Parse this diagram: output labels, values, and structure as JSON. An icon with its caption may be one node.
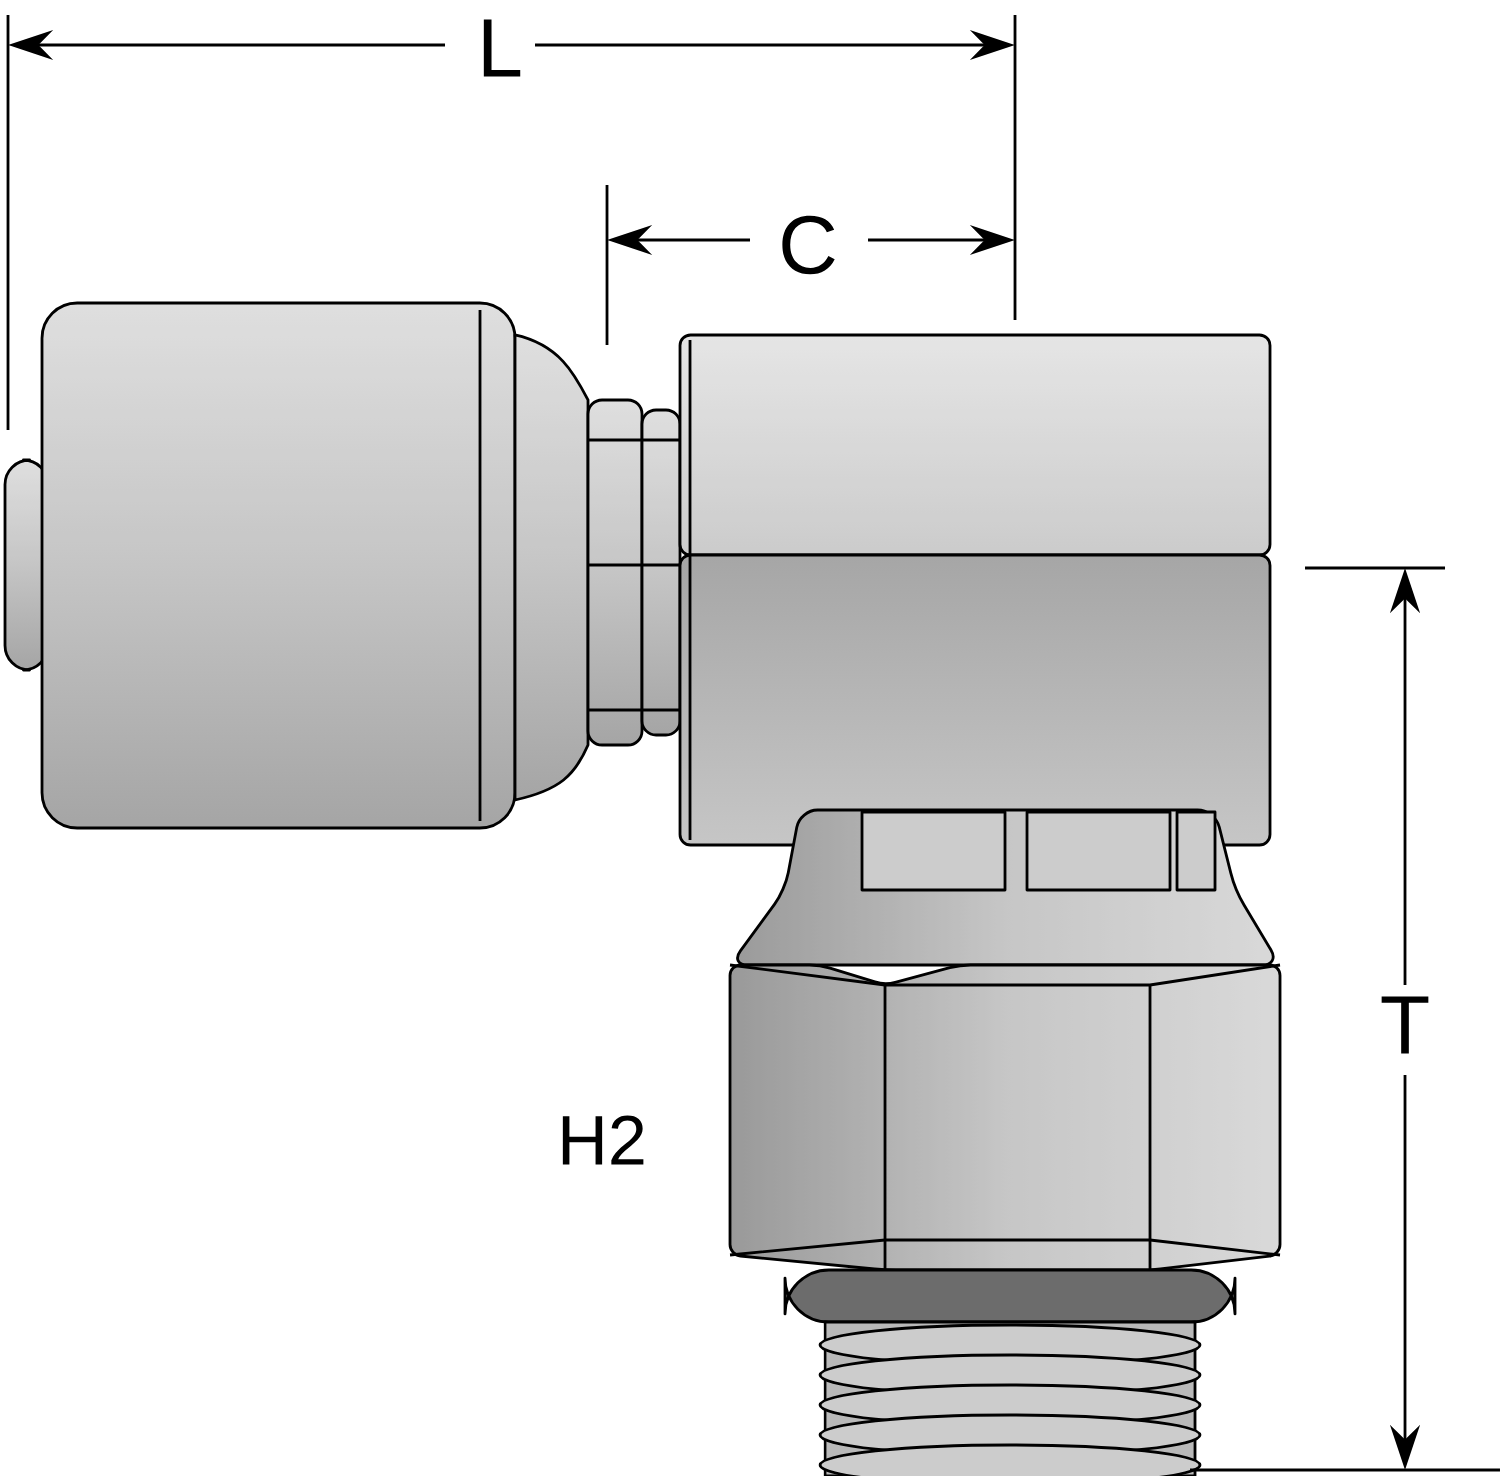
{
  "diagram": {
    "labels": [
      "L",
      "C",
      "T",
      "H2"
    ]
  }
}
